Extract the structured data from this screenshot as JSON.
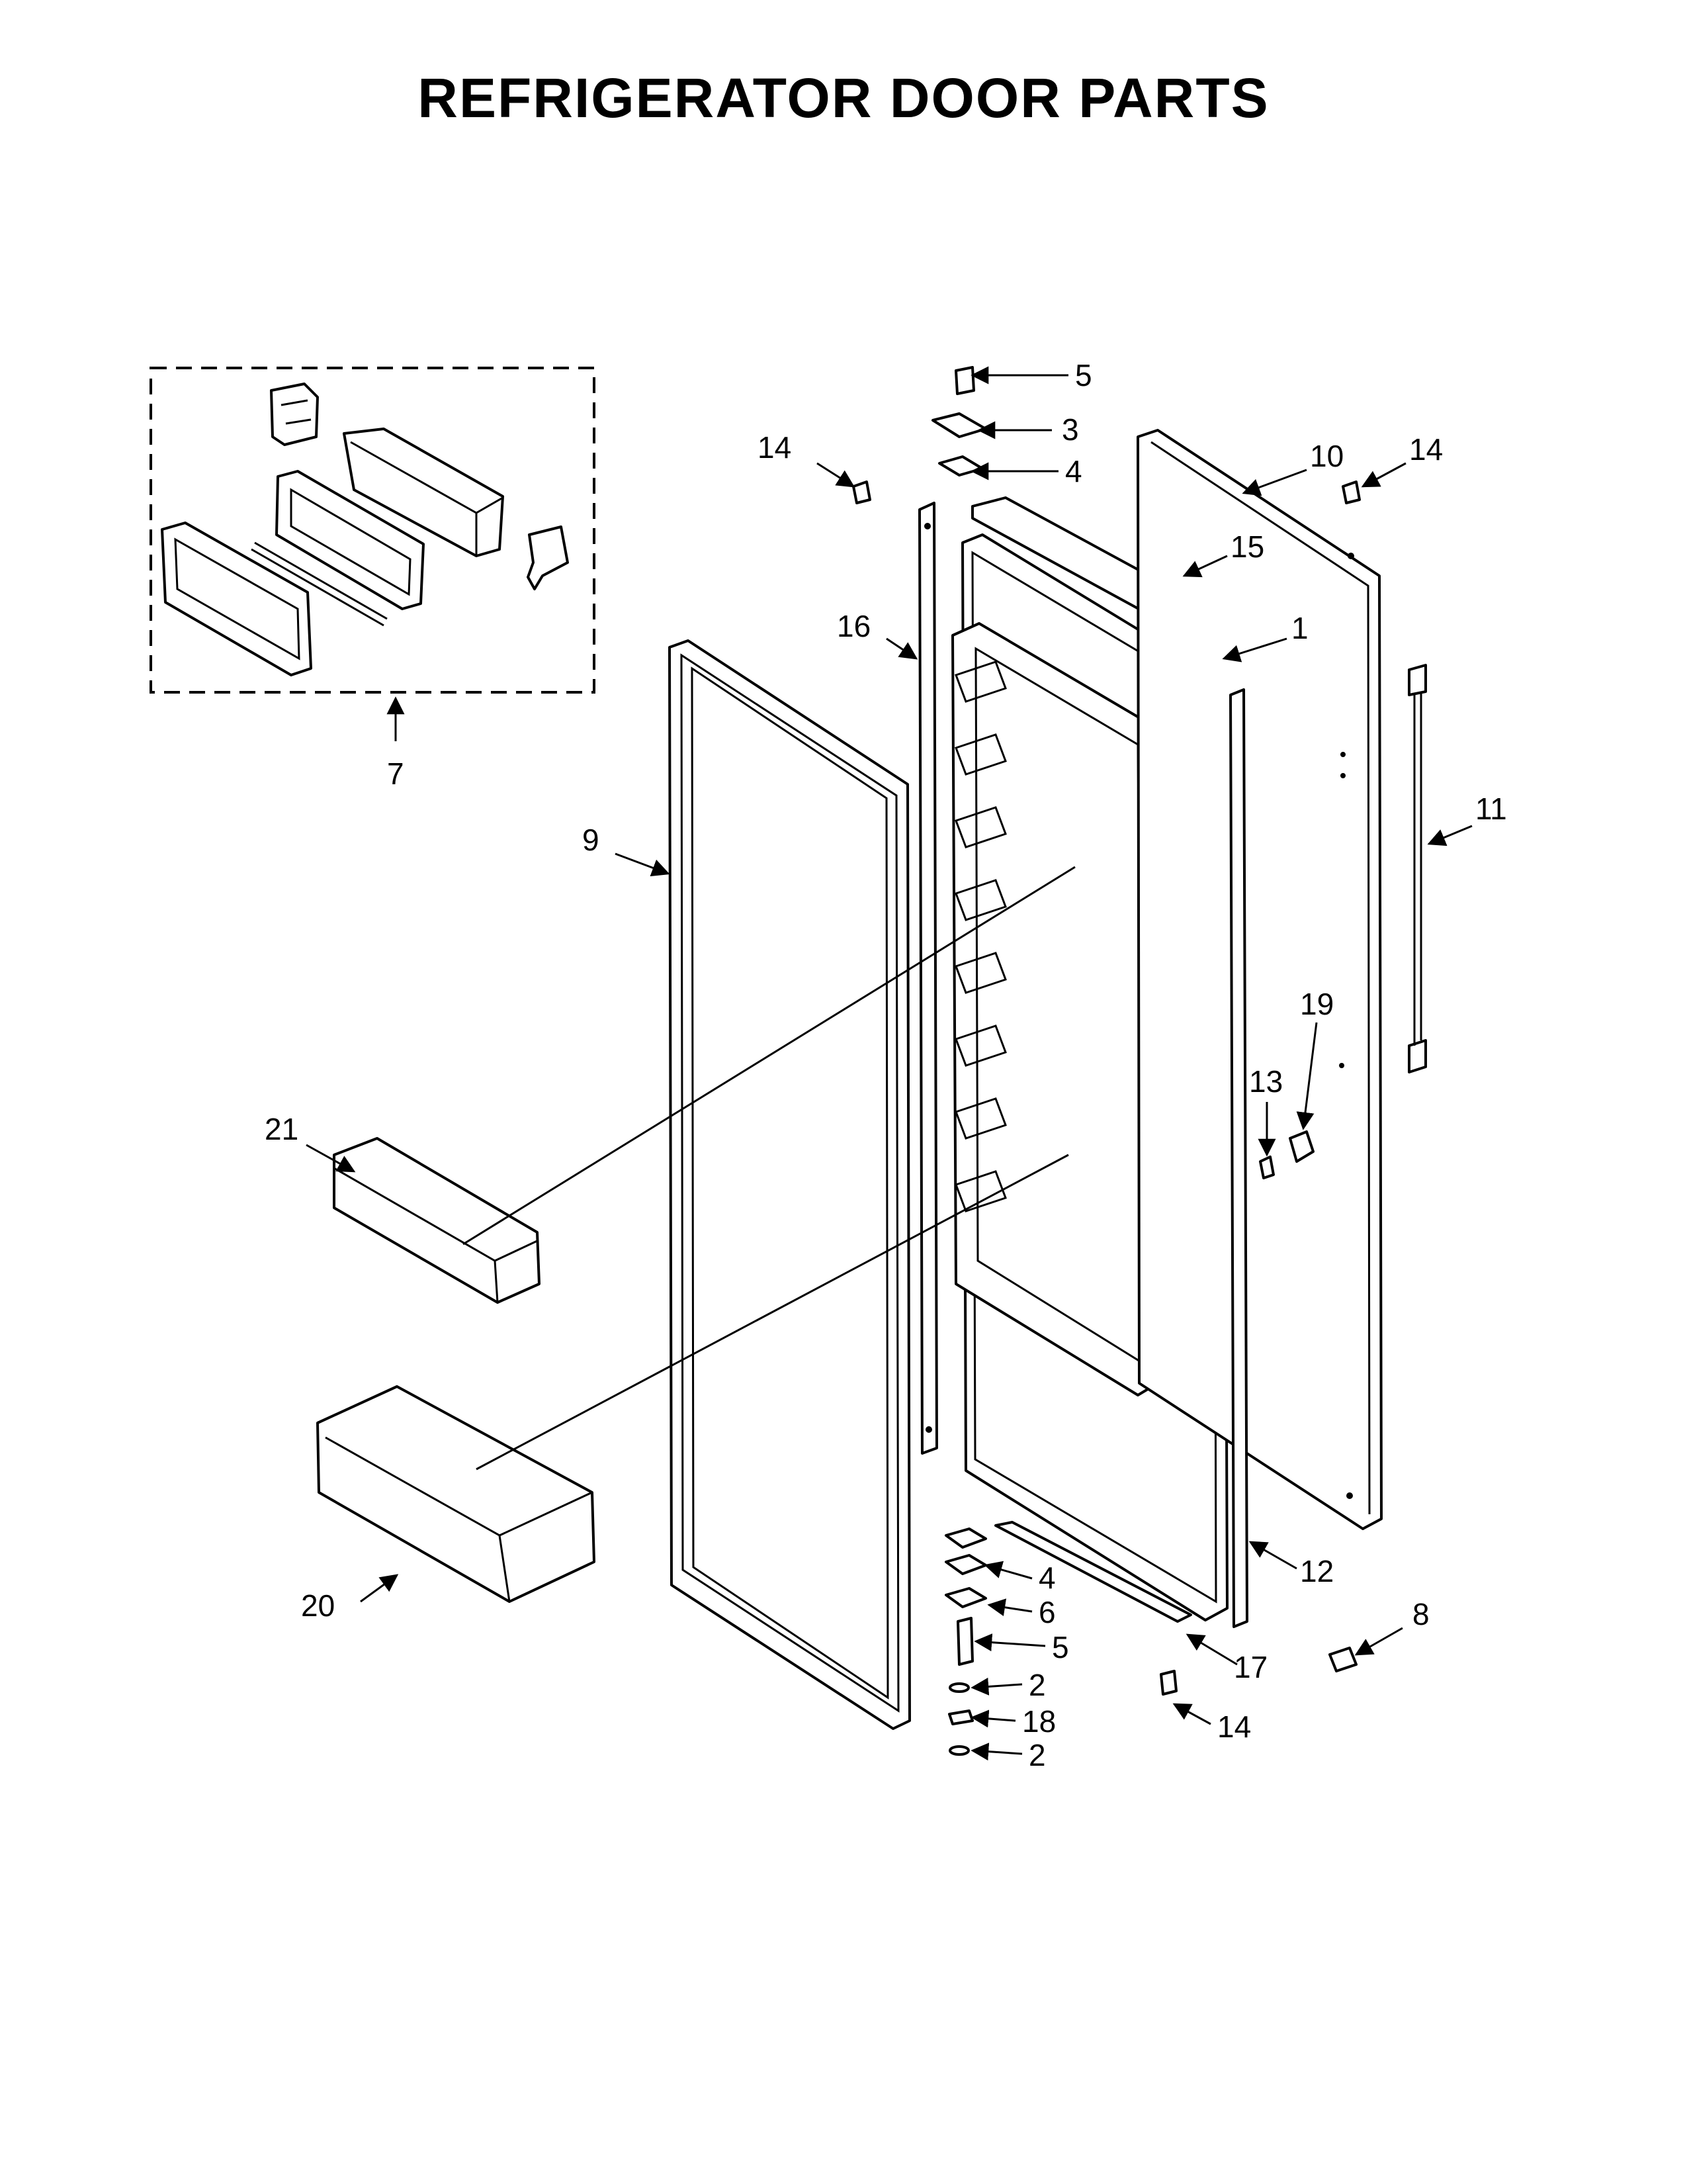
{
  "page": {
    "title": "REFRIGERATOR DOOR PARTS"
  },
  "colors": {
    "line": "#000000",
    "background": "#ffffff"
  },
  "callouts": [
    "1",
    "2",
    "3",
    "4",
    "5",
    "6",
    "7",
    "8",
    "9",
    "10",
    "11",
    "12",
    "13",
    "14",
    "15",
    "16",
    "17",
    "18",
    "19",
    "20",
    "21"
  ]
}
